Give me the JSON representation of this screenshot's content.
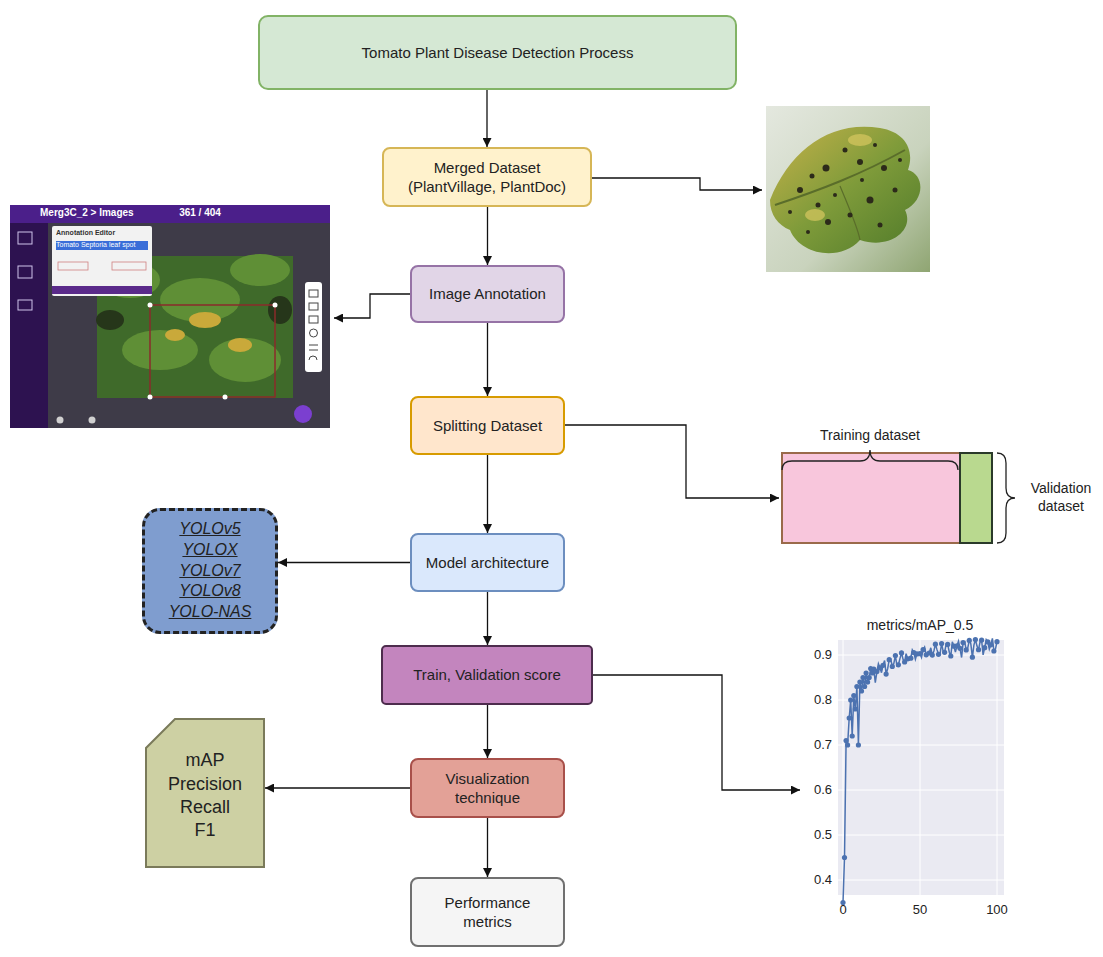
{
  "diagram": {
    "nodes": [
      {
        "text": [
          "Tomato Plant Disease Detection Process"
        ]
      },
      {
        "text": [
          "Merged Dataset (PlantVillage, PlantDoc)"
        ]
      },
      {
        "text": [
          "Image Annotation"
        ]
      },
      {
        "text": [
          "Splitting Dataset"
        ]
      },
      {
        "text": [
          "Model architecture"
        ]
      },
      {
        "text": [
          "Train, Validation score"
        ]
      },
      {
        "text": [
          "Visualization technique"
        ]
      },
      {
        "text": [
          "Performance metrics"
        ]
      },
      {
        "text": [
          "YOLOv5",
          "YOLOX",
          "YOLOv7",
          "YOLOv8",
          "YOLO-NAS"
        ]
      },
      {
        "text": [
          "mAP",
          "Precision",
          "Recall",
          "F1"
        ]
      }
    ],
    "edges": [
      {
        "from": 0,
        "to": 1,
        "arrow": "to"
      },
      {
        "from": 1,
        "to": 2,
        "arrow": "to"
      },
      {
        "from": 2,
        "to": 3,
        "arrow": "to"
      },
      {
        "from": 3,
        "to": 4,
        "arrow": "to"
      },
      {
        "from": 4,
        "to": 5,
        "arrow": "to"
      },
      {
        "from": 5,
        "to": 6,
        "arrow": "to"
      },
      {
        "from": 6,
        "to": 7,
        "arrow": "to"
      },
      {
        "from": 4,
        "to": 8,
        "arrow": "to"
      },
      {
        "from": 6,
        "to": 9,
        "arrow": "to"
      }
    ],
    "labels": [
      "Training dataset",
      "Validation dataset",
      "metrics/mAP_0.5",
      "0.9",
      "0.8",
      "0.7",
      "0.6",
      "0.5",
      "0.4",
      "0",
      "50",
      "100",
      "Merg3C_2 > Images",
      "361 / 404",
      "Annotation Editor",
      "Tomato Septoria leaf spot"
    ]
  }
}
